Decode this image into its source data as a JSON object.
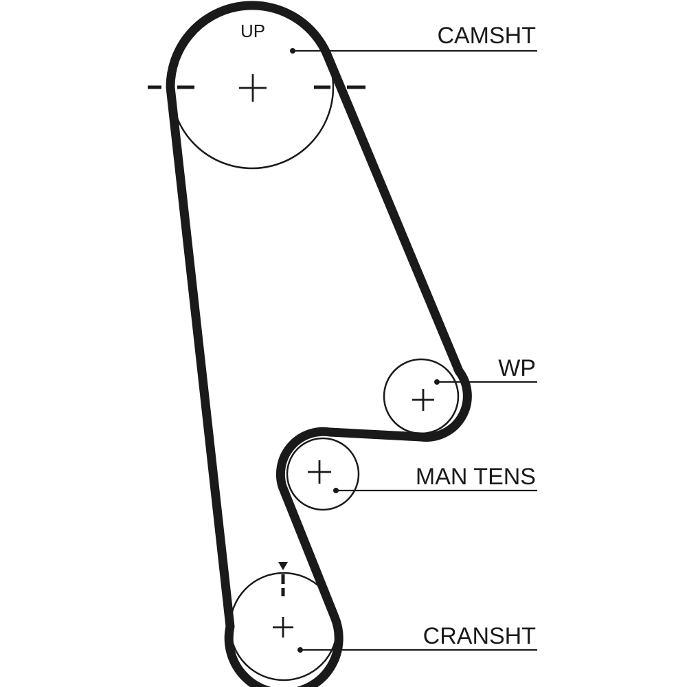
{
  "diagram": {
    "title_marker": "UP",
    "labels": {
      "camshaft": "CAMSHT",
      "water_pump": "WP",
      "manual_tensioner": "MAN TENS",
      "crankshaft": "CRANSHT"
    },
    "colors": {
      "ink": "#1a1a1a",
      "background": "#ffffff"
    }
  }
}
